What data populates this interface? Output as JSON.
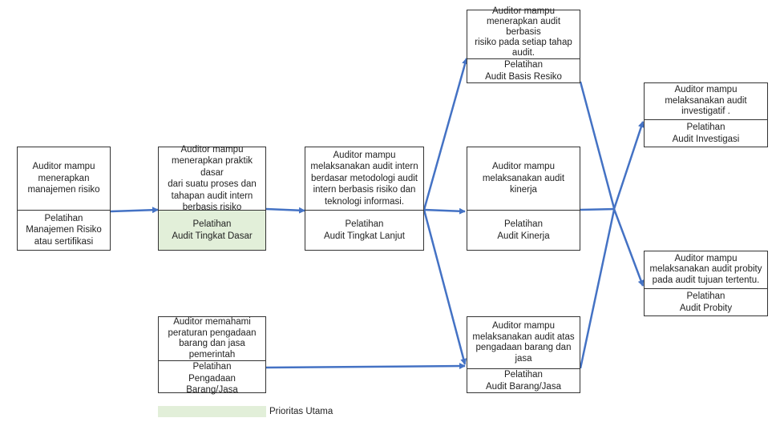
{
  "nodes": {
    "manajemen_risiko": {
      "goal": "Auditor mampu\nmenerapkan\nmanajemen risiko",
      "training": "Pelatihan\nManajemen Risiko\natau sertifikasi"
    },
    "tingkat_dasar": {
      "goal": "Auditor mampu\nmenerapkan praktik dasar\ndari suatu proses dan\ntahapan audit intern\nberbasis risiko",
      "training": "Pelatihan\nAudit Tingkat Dasar"
    },
    "tingkat_lanjut": {
      "goal": "Auditor mampu\nmelaksanakan audit intern\nberdasar metodologi audit\nintern berbasis risiko dan\nteknologi informasi.",
      "training": "Pelatihan\nAudit Tingkat Lanjut"
    },
    "basis_resiko": {
      "goal": "Auditor mampu\nmenerapkan audit berbasis\nrisiko pada setiap tahap\naudit.",
      "training": "Pelatihan\nAudit Basis Resiko"
    },
    "kinerja": {
      "goal": "Auditor mampu\nmelaksanakan audit\nkinerja",
      "training": "Pelatihan\nAudit Kinerja"
    },
    "barang_jasa": {
      "goal": "Auditor mampu\nmelaksanakan audit atas\npengadaan barang dan\njasa",
      "training": "Pelatihan\nAudit  Barang/Jasa"
    },
    "pengadaan": {
      "goal": "Auditor memahami\nperaturan pengadaan\nbarang dan jasa\npemerintah",
      "training": "Pelatihan\nPengadaan Barang/Jasa"
    },
    "investigasi": {
      "goal": "Auditor mampu\nmelaksanakan audit\ninvestigatif .",
      "training": "Pelatihan\nAudit Investigasi"
    },
    "probity": {
      "goal": "Auditor mampu\nmelaksanakan audit probity\npada audit tujuan tertentu.",
      "training": "Pelatihan\nAudit Probity"
    }
  },
  "legend": {
    "label": "Prioritas Utama",
    "color": "#e2efd9"
  },
  "colors": {
    "arrow": "#4472c4",
    "border": "#333333",
    "priority_fill": "#e2efd9"
  }
}
